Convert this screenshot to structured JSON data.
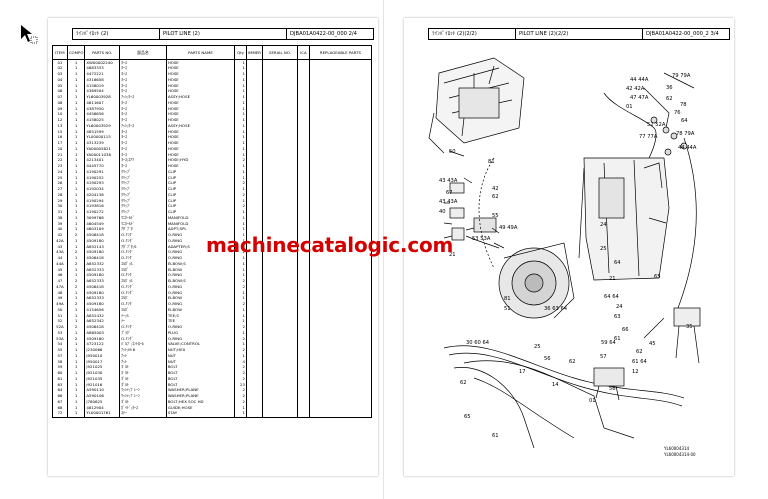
{
  "left": {
    "title_jp": "ﾗｲﾝﾊﾟｲﾛｯﾄ (2)",
    "title_en": "PILOT LINE (2)",
    "ref": "DJBA01A0422-00_000  2/4",
    "headers": [
      "ITEM",
      "COMPO",
      "PARTS NO.",
      "部品名",
      "PARTS NAME",
      "Qty",
      "IMMER",
      "SERIAL NO.",
      "ICA",
      "REPLAGEABLE PARTS"
    ],
    "rows": [
      [
        "01",
        "1",
        "XW00002240",
        "ﾎｰｽ",
        "HOSE",
        "1"
      ],
      [
        "02",
        "1",
        "4683333",
        "ﾎｰｽ",
        "HOSE",
        "1"
      ],
      [
        "03",
        "1",
        "4472221",
        "ﾎｰｽ",
        "HOSE",
        "1"
      ],
      [
        "04",
        "1",
        "4316658",
        "ﾎｰｽ",
        "HOSE",
        "1"
      ],
      [
        "05",
        "1",
        "4158019",
        "ﾎｰｽ",
        "HOSE",
        "1"
      ],
      [
        "06",
        "1",
        "4369504",
        "ﾎｰｽ",
        "HOSE",
        "1"
      ],
      [
        "07",
        "1",
        "YL60003928",
        "ｱｯｼ;ﾎｰｽ",
        "ASSY;HOSE",
        "1"
      ],
      [
        "08",
        "1",
        "4611607",
        "ﾎｰｽ",
        "HOSE",
        "1"
      ],
      [
        "09",
        "1",
        "4387950",
        "ﾎｰｽ",
        "HOSE",
        "1"
      ],
      [
        "10",
        "1",
        "4456656",
        "ﾎｰｽ",
        "HOSE",
        "1"
      ],
      [
        "12",
        "1",
        "4158025",
        "ﾎｰｽ",
        "HOSE",
        "1"
      ],
      [
        "13",
        "1",
        "YL60003929",
        "ｱｯｼ;ﾎｰｽ",
        "ASSY;HOSE",
        "1"
      ],
      [
        "15",
        "1",
        "4651599",
        "ﾎｰｽ",
        "HOSE",
        "1"
      ],
      [
        "16",
        "1",
        "YL00000115",
        "ﾎｰｽ",
        "HOSE",
        "1"
      ],
      [
        "17",
        "1",
        "4313239",
        "ﾎｰｽ",
        "HOSE",
        "1"
      ],
      [
        "20",
        "1",
        "YA00005621",
        "ﾎｰｽ",
        "HOSE",
        "1"
      ],
      [
        "21",
        "1",
        "YA00011038",
        "ﾎｰｽ",
        "HOSE",
        "1"
      ],
      [
        "22",
        "1",
        "4213401",
        "ﾎｰｽ;ﾕｱﾂ",
        "HOSE;HYD",
        "2"
      ],
      [
        "23",
        "1",
        "4445770",
        "ﾎｰｽ",
        "HOSE",
        "1"
      ],
      [
        "24",
        "1",
        "4190291",
        "ｸﾘｯﾌﾟ",
        "CLIP",
        "1"
      ],
      [
        "25",
        "1",
        "4190252",
        "ｸﾘｯﾌﾟ",
        "CLIP",
        "1"
      ],
      [
        "26",
        "1",
        "4190293",
        "ｸﾘｯﾌﾟ",
        "CLIP",
        "2"
      ],
      [
        "27",
        "1",
        "4192034",
        "ｸﾘｯﾌﾟ",
        "CLIP",
        "1"
      ],
      [
        "28",
        "1",
        "4204136",
        "ｸﾘｯﾌﾟ",
        "CLIP",
        "2"
      ],
      [
        "29",
        "1",
        "4190294",
        "ｸﾘｯﾌﾟ",
        "CLIP",
        "1"
      ],
      [
        "30",
        "1",
        "4193816",
        "ｸﾘｯﾌﾟ",
        "CLIP",
        "2"
      ],
      [
        "31",
        "1",
        "4190272",
        "ｸﾘｯﾌﾟ",
        "CLIP",
        "1"
      ],
      [
        "38",
        "1",
        "3099768",
        "ﾏﾆﾎｰﾙﾄﾞ",
        "MANIFOLD",
        "1"
      ],
      [
        "39",
        "1",
        "4604549",
        "ﾏﾆﾎｰﾙﾄﾞ",
        "MANIFOLD",
        "1"
      ],
      [
        "40",
        "1",
        "4603109",
        "ｱﾀﾞﾌﾟﾀ",
        "ADPT;SPL",
        "1"
      ],
      [
        "42",
        "2",
        "4506418",
        "O-ﾘﾝｸﾞ",
        "O-RING",
        "1"
      ],
      [
        "42A",
        "1",
        "4509180",
        "O-ﾘﾝｸﾞ",
        "O-RING",
        "1"
      ],
      [
        "43",
        "1",
        "A852143",
        "ｱﾀﾞﾌﾟﾀ;S",
        "ADAPTER;S",
        "1"
      ],
      [
        "43A",
        "2",
        "4509180",
        "O-ﾘﾝｸﾞ",
        "O-RING",
        "2"
      ],
      [
        "44",
        "1",
        "4506418",
        "O-ﾘﾝｸﾞ",
        "O-RING",
        "1"
      ],
      [
        "44A",
        "2",
        "A852332",
        "ｴﾙﾎﾞ;S",
        "ELBOW;S",
        "1"
      ],
      [
        "45",
        "1",
        "A852333",
        "ｴﾙﾎﾞ",
        "ELBOW",
        "1"
      ],
      [
        "46",
        "1",
        "4509180",
        "O-ﾘﾝｸﾞ",
        "O-RING",
        "1"
      ],
      [
        "47",
        "2",
        "A852333",
        "ｴﾙﾎﾞ;S",
        "ELBOW;S",
        "2"
      ],
      [
        "47A",
        "2",
        "4506418",
        "O-ﾘﾝｸﾞ",
        "O-RING",
        "2"
      ],
      [
        "48",
        "1",
        "4509180",
        "O-ﾘﾝｸﾞ",
        "O-RING",
        "1"
      ],
      [
        "49",
        "1",
        "A852333",
        "ｴﾙﾎﾞ",
        "ELBOW",
        "1"
      ],
      [
        "49A",
        "2",
        "4509180",
        "O-ﾘﾝｸﾞ",
        "O-RING",
        "2"
      ],
      [
        "50",
        "1",
        "4154656",
        "ｴﾙﾎﾞ",
        "ELBOW",
        "1"
      ],
      [
        "51",
        "1",
        "A852432",
        "ﾃｰ;S",
        "TEE;S",
        "1"
      ],
      [
        "52",
        "1",
        "A852342",
        "ﾃｰ",
        "TEE",
        "1"
      ],
      [
        "52A",
        "2",
        "4506418",
        "O-ﾘﾝｸﾞ",
        "O-RING",
        "2"
      ],
      [
        "53",
        "1",
        "A865003",
        "ﾌﾟﾗｸﾞ",
        "PLUG",
        "1"
      ],
      [
        "53A",
        "2",
        "4509180",
        "O-ﾘﾝｸﾞ",
        "O-RING",
        "2"
      ],
      [
        "54",
        "1",
        "4723122",
        "ﾊﾞﾙﾌﾞ;ｺﾝﾄﾛｰﾙ",
        "VALVE;CONTROL",
        "1"
      ],
      [
        "55",
        "1",
        "J230066",
        "ﾅｯﾄ;M 6",
        "NUT;HEX",
        "2"
      ],
      [
        "57",
        "1",
        "J950010",
        "ﾅｯﾄ",
        "NUT",
        "1"
      ],
      [
        "58",
        "1",
        "J950017",
        "ﾅｯﾄ",
        "NUT",
        "4"
      ],
      [
        "59",
        "1",
        "J921025",
        "ﾎﾞﾙﾄ",
        "BOLT",
        "2"
      ],
      [
        "60",
        "1",
        "J921030",
        "ﾎﾞﾙﾄ",
        "BOLT",
        "2"
      ],
      [
        "61",
        "1",
        "J921035",
        "ﾎﾞﾙﾄ",
        "BOLT",
        "2"
      ],
      [
        "63",
        "1",
        "J921016",
        "ﾎﾞﾙﾄ",
        "BOLT",
        "23"
      ],
      [
        "64",
        "1",
        "A590110",
        "ﾜｯｼｬ;ﾌﾟﾚｰﾝ",
        "WASHER;PLANE",
        "2"
      ],
      [
        "66",
        "1",
        "A590106",
        "ﾜｯｼｬ;ﾌﾟﾚｰﾝ",
        "WASHER;PLANE",
        "2"
      ],
      [
        "67",
        "1",
        "J780625",
        "ﾎﾞﾙﾄ",
        "BOLT;HEX SOC HD",
        "2"
      ],
      [
        "68",
        "1",
        "4612904",
        "ｶﾞｲﾄﾞ;ﾎｰｽ",
        "GUIDE;HOSE",
        "1"
      ],
      [
        "72",
        "1",
        "YL00001761",
        "ｽﾃｰ",
        "STAY",
        "1"
      ]
    ]
  },
  "right": {
    "title_jp": "ﾗｲﾝﾊﾟｲﾛｯﾄ (2)(2/2)",
    "title_en": "PILOT LINE (2)(2/2)",
    "ref": "DJBA01A0422-00_000_2  3/4",
    "footer1": "YL60004314",
    "footer2": "YL60004314-00",
    "callouts": [
      "44 44A",
      "79 79A",
      "42 42A",
      "47 47A",
      "01",
      "36",
      "62",
      "52 52A",
      "78",
      "77 77A",
      "64",
      "76",
      "78 79A",
      "44 44A",
      "50",
      "81",
      "43 43A",
      "42",
      "62",
      "55",
      "49 49A",
      "53 53A",
      "21",
      "67",
      "43 43A",
      "24",
      "40",
      "25",
      "64",
      "21",
      "81",
      "51",
      "36 63 64",
      "64 64",
      "30 60 64",
      "25",
      "56",
      "62",
      "59 64",
      "57",
      "17",
      "56",
      "63",
      "66",
      "61",
      "24",
      "65",
      "62",
      "61 64",
      "12",
      "35",
      "45",
      "62",
      "65",
      "61",
      "14",
      "01",
      "76",
      "61"
    ]
  },
  "watermark": "machinecatalogic.com"
}
